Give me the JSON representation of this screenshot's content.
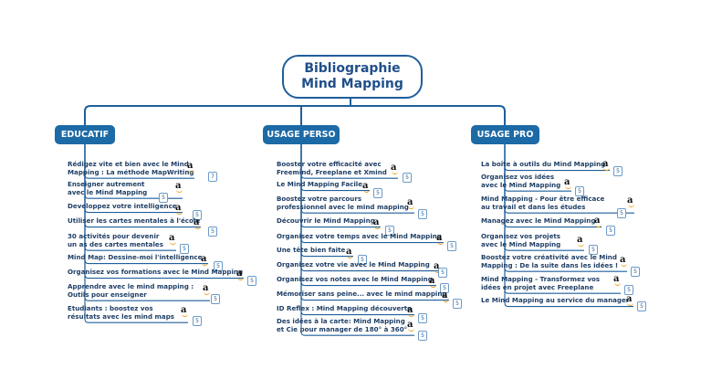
{
  "root": {
    "line1": "Bibliographie",
    "line2": "Mind Mapping"
  },
  "branches": [
    {
      "label": "EDUCATIF",
      "items": [
        {
          "lines": [
            "Rédigez vite et bien avec le Mind",
            "Mapping : La méthode MapWriting"
          ],
          "count": "7"
        },
        {
          "lines": [
            "Enseigner autrement",
            "avec le Mind Mapping"
          ],
          "count": "5"
        },
        {
          "lines": [
            "Developpez votre intelligence"
          ],
          "count": "5"
        },
        {
          "lines": [
            "Utiliser les cartes mentales à l'école"
          ],
          "count": "5"
        },
        {
          "lines": [
            "30 activités pour devenir",
            "un as des cartes mentales"
          ],
          "count": "5"
        },
        {
          "lines": [
            "Mind Map: Dessine-moi l'intelligence."
          ],
          "count": "5"
        },
        {
          "lines": [
            "Organisez vos formations avec le Mind Mapping"
          ],
          "count": "5"
        },
        {
          "lines": [
            "Apprendre avec le mind mapping :",
            "Outils pour enseigner"
          ],
          "count": "5"
        },
        {
          "lines": [
            "Etudiants : boostez vos",
            "résultats avec les mind maps"
          ],
          "count": "5"
        }
      ]
    },
    {
      "label": "USAGE PERSO",
      "items": [
        {
          "lines": [
            "Booster votre efficacité avec",
            "Freemind, Freeplane et Xmind"
          ],
          "count": "5"
        },
        {
          "lines": [
            "Le Mind Mapping Facile"
          ],
          "count": "5"
        },
        {
          "lines": [
            "Boostez votre parcours",
            "professionnel avec le mind mapping"
          ],
          "count": "5"
        },
        {
          "lines": [
            "Découvrir le Mind Mapping"
          ],
          "count": "5"
        },
        {
          "lines": [
            "Organisez votre temps avec le Mind Mapping"
          ],
          "count": "5"
        },
        {
          "lines": [
            "Une tête bien faite"
          ],
          "count": "5"
        },
        {
          "lines": [
            "Organisez votre vie avec le Mind Mapping"
          ],
          "count": "5"
        },
        {
          "lines": [
            "Organisez vos notes avec le Mind Mapping"
          ],
          "count": "5"
        },
        {
          "lines": [
            "Mémoriser sans peine... avec le mind mapping"
          ],
          "count": "5"
        },
        {
          "lines": [
            "ID Reflex : Mind Mapping découverte"
          ],
          "count": "5"
        },
        {
          "lines": [
            "Des idées à la carte: Mind Mapping",
            "et Cie pour manager de 180° à 360°"
          ],
          "count": "5"
        }
      ]
    },
    {
      "label": "USAGE PRO",
      "items": [
        {
          "lines": [
            "La boîte à outils du Mind Mapping"
          ],
          "count": "5"
        },
        {
          "lines": [
            "Organisez vos idées",
            "avec le Mind Mapping"
          ],
          "count": "5"
        },
        {
          "lines": [
            "Mind Mapping - Pour être efficace",
            "au travail et dans les études"
          ],
          "count": "5"
        },
        {
          "lines": [
            "Managez avec le Mind Mapping"
          ],
          "count": "5"
        },
        {
          "lines": [
            "Organisez vos projets",
            "avec le Mind Mapping"
          ],
          "count": "5"
        },
        {
          "lines": [
            "Boostez votre créativité avec le Mind",
            "Mapping : De la suite dans les idées !"
          ],
          "count": "5"
        },
        {
          "lines": [
            "Mind Mapping - Transformez vos",
            "idées en projet avec Freeplane"
          ],
          "count": "5"
        },
        {
          "lines": [
            "Le Mind Mapping au service du manager"
          ],
          "count": "5"
        }
      ]
    }
  ],
  "icons": {
    "item_icon": "amazon-icon",
    "badge_icon": "count-badge"
  },
  "colors": {
    "branch": "#1c6aa6",
    "connector": "#1f5f9c",
    "root_border": "#1f5f9c",
    "text": "#1f3f66"
  }
}
